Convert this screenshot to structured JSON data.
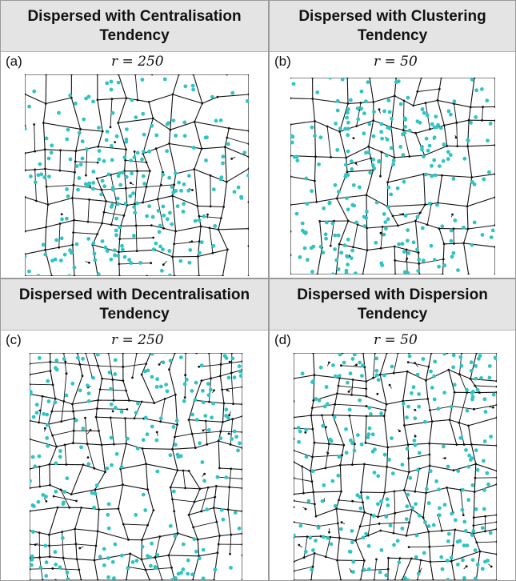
{
  "panels": [
    {
      "id": "a",
      "title": "Dispersed with Centralisation Tendency",
      "letter": "(a)",
      "r_label": "r = 250",
      "pattern": "centralisation"
    },
    {
      "id": "b",
      "title": "Dispersed with Clustering Tendency",
      "letter": "(b)",
      "r_label": "r = 50",
      "pattern": "clustering"
    },
    {
      "id": "c",
      "title": "Dispersed with Decentralisation Tendency",
      "letter": "(c)",
      "r_label": "r = 250",
      "pattern": "decentralisation"
    },
    {
      "id": "d",
      "title": "Dispersed with Dispersion Tendency",
      "letter": "(d)",
      "r_label": "r = 50",
      "pattern": "dispersion"
    }
  ],
  "colors": {
    "network": "#111111",
    "points": "#2ec4c4",
    "header_bg": "#e4e4e4",
    "border": "#9a9a9a"
  }
}
